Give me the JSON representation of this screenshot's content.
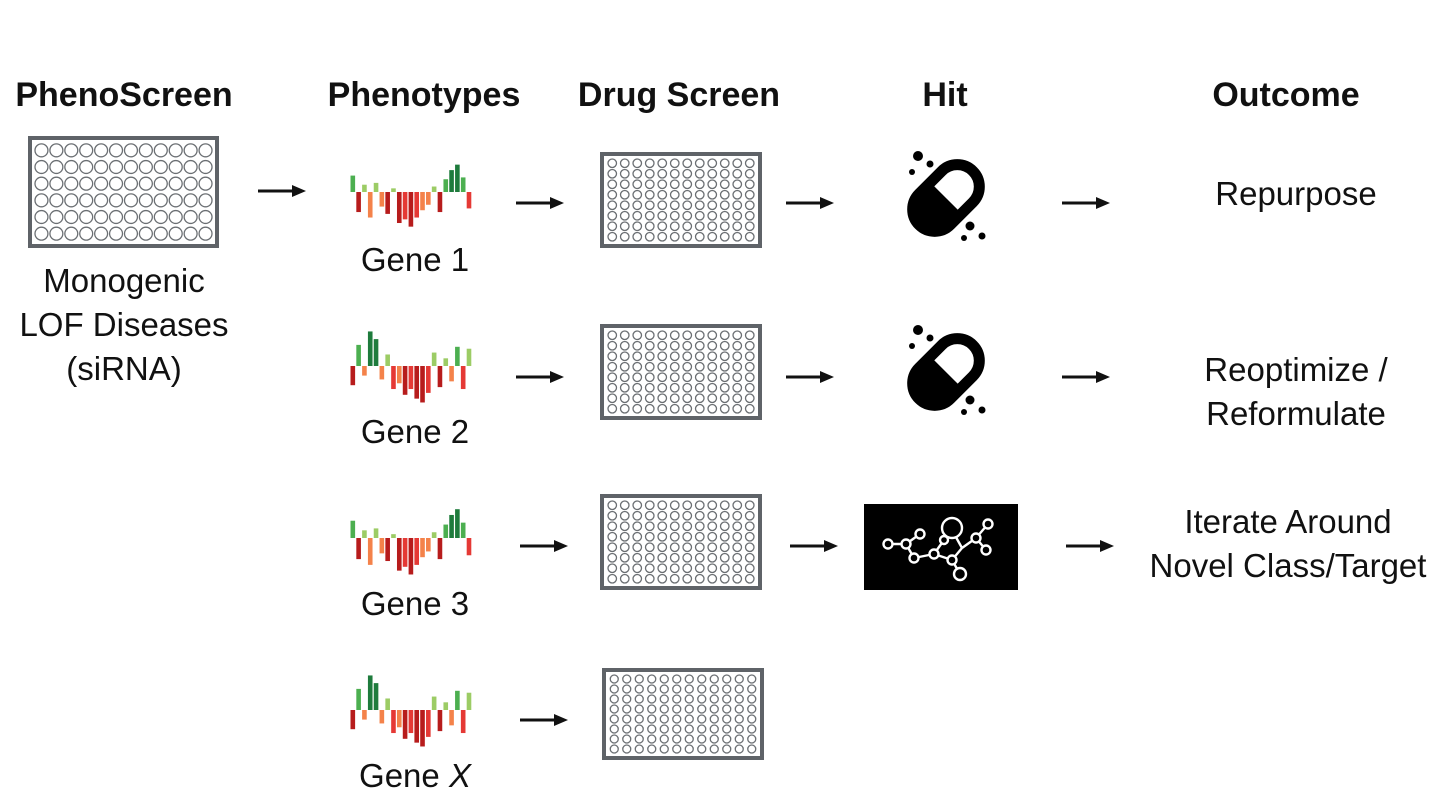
{
  "headers": {
    "phenoscreen": "PhenoScreen",
    "phenotypes": "Phenotypes",
    "drug_screen": "Drug Screen",
    "hit": "Hit",
    "outcome": "Outcome"
  },
  "phenoscreen": {
    "description_lines": [
      "Monogenic",
      "LOF Diseases",
      "(siRNA)"
    ]
  },
  "rows": [
    {
      "gene_label": "Gene 1",
      "hit_icon": "pill-capsule-icon",
      "outcome_lines": [
        "Repurpose"
      ]
    },
    {
      "gene_label": "Gene 2",
      "hit_icon": "pill-capsule-icon",
      "outcome_lines": [
        "Reoptimize /",
        "Reformulate"
      ]
    },
    {
      "gene_label": "Gene 3",
      "hit_icon": "molecule-network-icon",
      "outcome_lines": [
        "Iterate Around",
        "Novel Class/Target"
      ]
    },
    {
      "gene_label_prefix": "Gene ",
      "gene_label_var": "X"
    }
  ],
  "colors": {
    "plate_border": "#5f6368",
    "well_stroke": "#6b6f73",
    "arrow": "#111111",
    "dark_green": "#1e7b3c",
    "mid_green": "#4caf50",
    "light_green": "#9ccc65",
    "dark_red": "#b71c1c",
    "red": "#e53935",
    "orange": "#f4824a",
    "icon_black": "#000000"
  }
}
